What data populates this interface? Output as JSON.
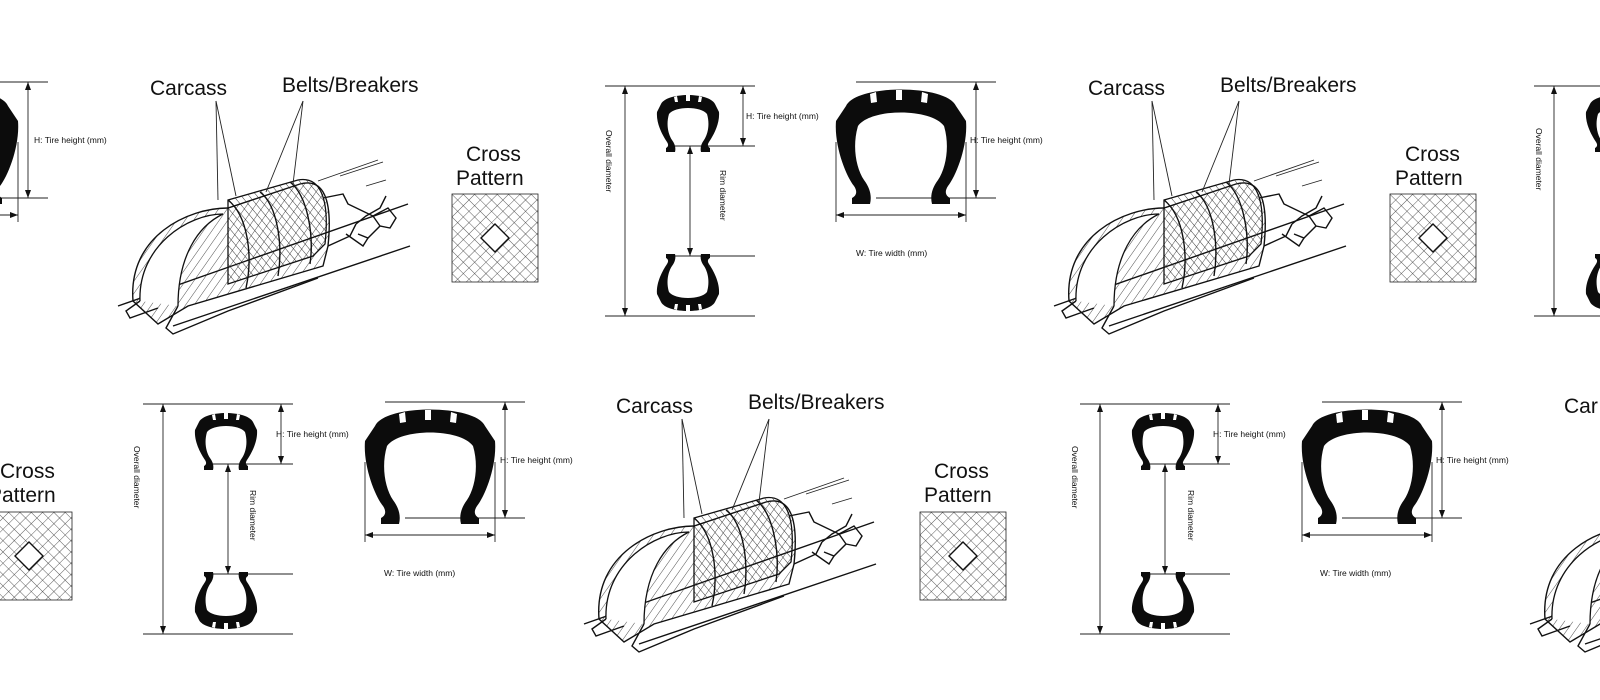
{
  "diagram": {
    "labels": {
      "carcass": "Carcass",
      "belts_breakers": "Belts/Breakers",
      "cross_line1": "Cross",
      "cross_line2": "Pattern",
      "tire_height": "H: Tire height (mm)",
      "tire_width": "W: Tire width (mm)",
      "overall_diameter": "Overall diameter",
      "rim_diameter": "Rim diameter"
    },
    "partial_labels": {
      "pattern_cut": "Pattern",
      "carcass_cut": "Car"
    },
    "colors": {
      "background": "#ffffff",
      "ink": "#111111"
    }
  }
}
